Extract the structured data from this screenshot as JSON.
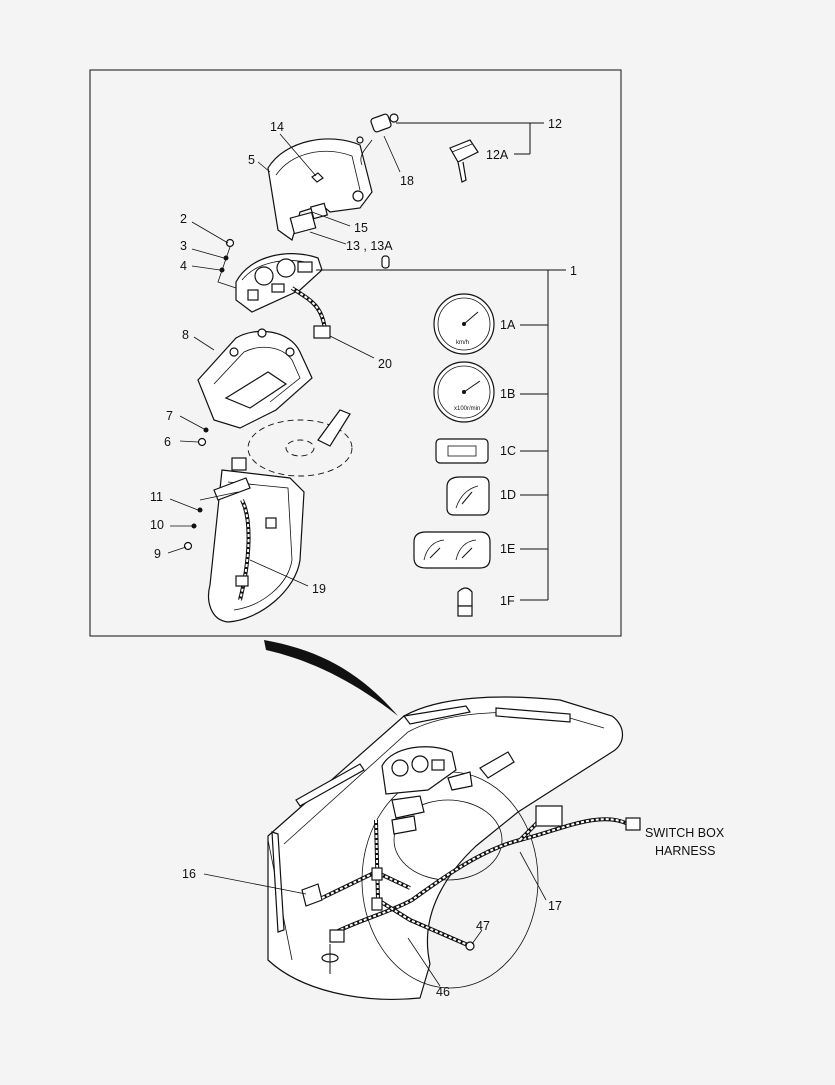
{
  "diagram": {
    "callouts": {
      "c1": "1",
      "c1A": "1A",
      "c1B": "1B",
      "c1C": "1C",
      "c1D": "1D",
      "c1E": "1E",
      "c1F": "1F",
      "c2": "2",
      "c3": "3",
      "c4": "4",
      "c5": "5",
      "c6": "6",
      "c7": "7",
      "c8": "8",
      "c9": "9",
      "c10": "10",
      "c11": "11",
      "c12": "12",
      "c12A": "12A",
      "c13": "13 , 13A",
      "c14": "14",
      "c15": "15",
      "c16": "16",
      "c17": "17",
      "c18": "18",
      "c19": "19",
      "c20": "20",
      "c46": "46",
      "c47": "47"
    },
    "switch_box_harness": [
      "SWITCH BOX",
      "HARNESS"
    ],
    "gauge_units": {
      "speed": "km/h",
      "rpm": "x100r/min"
    }
  }
}
